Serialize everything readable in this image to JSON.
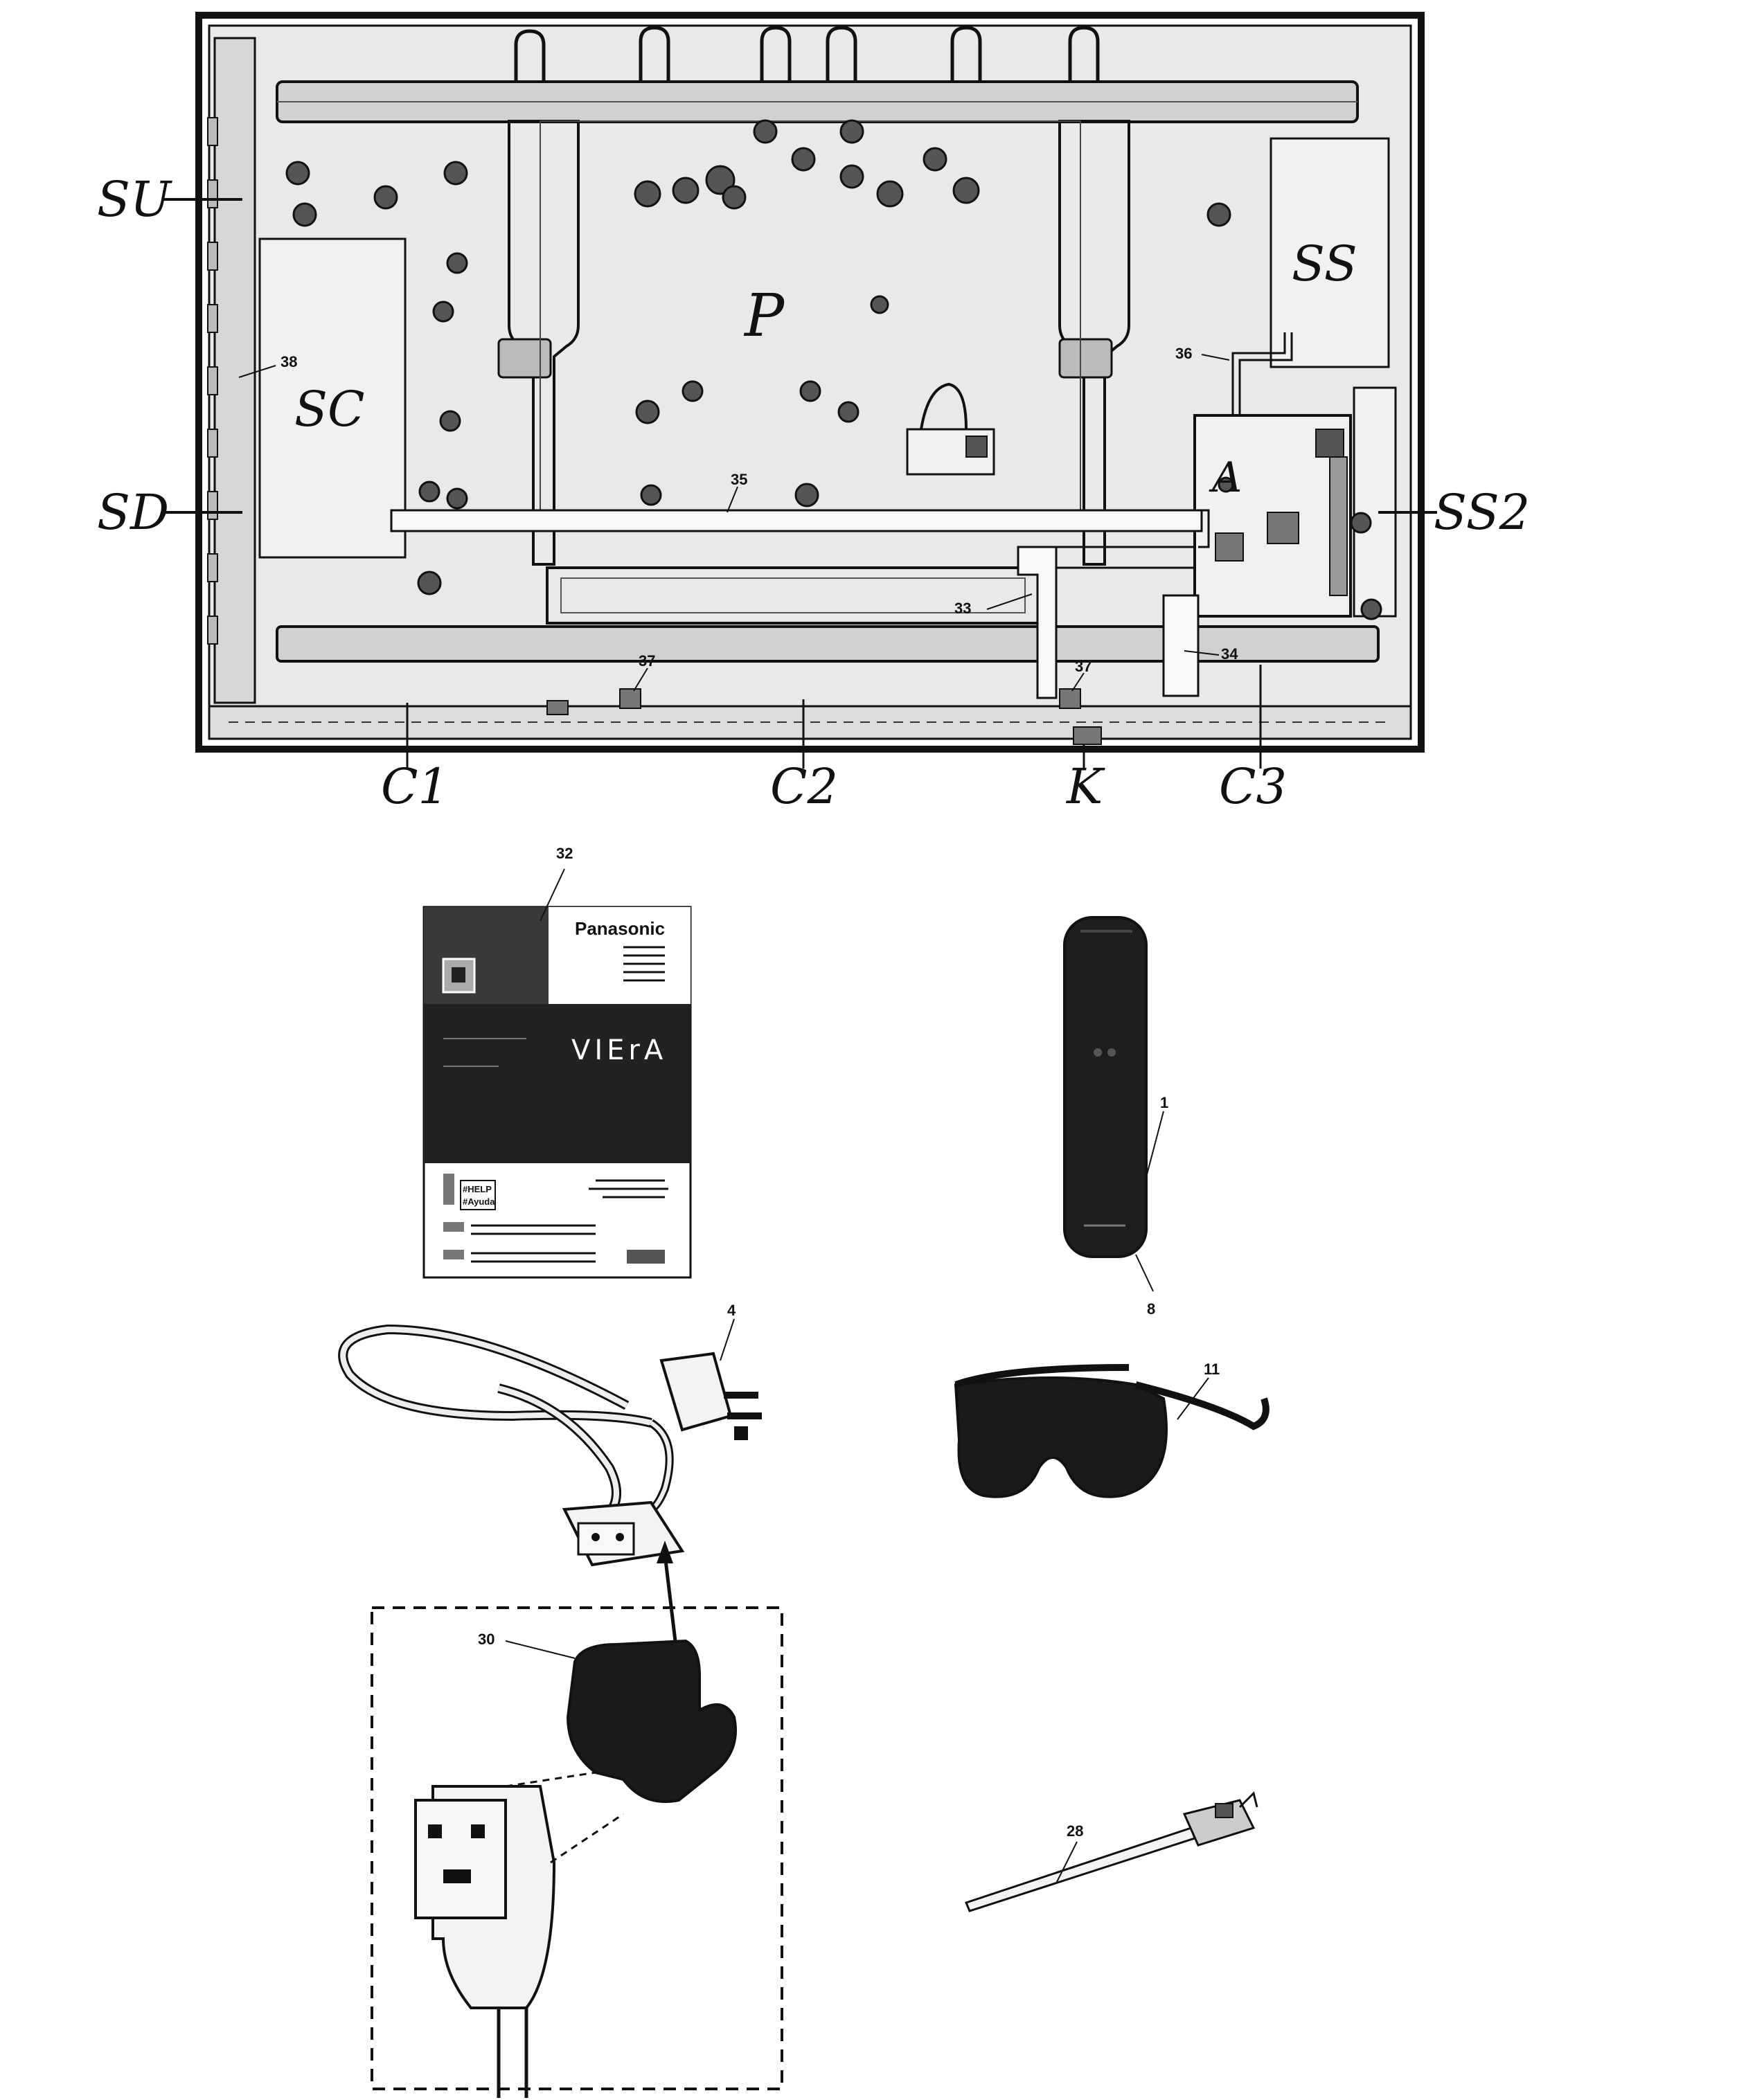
{
  "board_labels": {
    "su": "SU",
    "sd": "SD",
    "sc": "SC",
    "p": "P",
    "ss": "SS",
    "a": "A",
    "ss2": "SS2",
    "c1": "C1",
    "c2": "C2",
    "k": "K",
    "c3": "C3"
  },
  "callouts": {
    "n38": "38",
    "n36": "36",
    "n35": "35",
    "n33": "33",
    "n34": "34",
    "n37a": "37",
    "n37b": "37",
    "n32": "32",
    "n1": "1",
    "n8": "8",
    "n4": "4",
    "n11": "11",
    "n30": "30",
    "n28": "28"
  },
  "manual": {
    "brand": "Panasonic",
    "product": "VIErA",
    "help_line1": "#HELP",
    "help_line2": "#Ayuda"
  },
  "colors": {
    "ink": "#111111",
    "chassis_fill": "#e9e9e9",
    "paper": "#ffffff"
  }
}
